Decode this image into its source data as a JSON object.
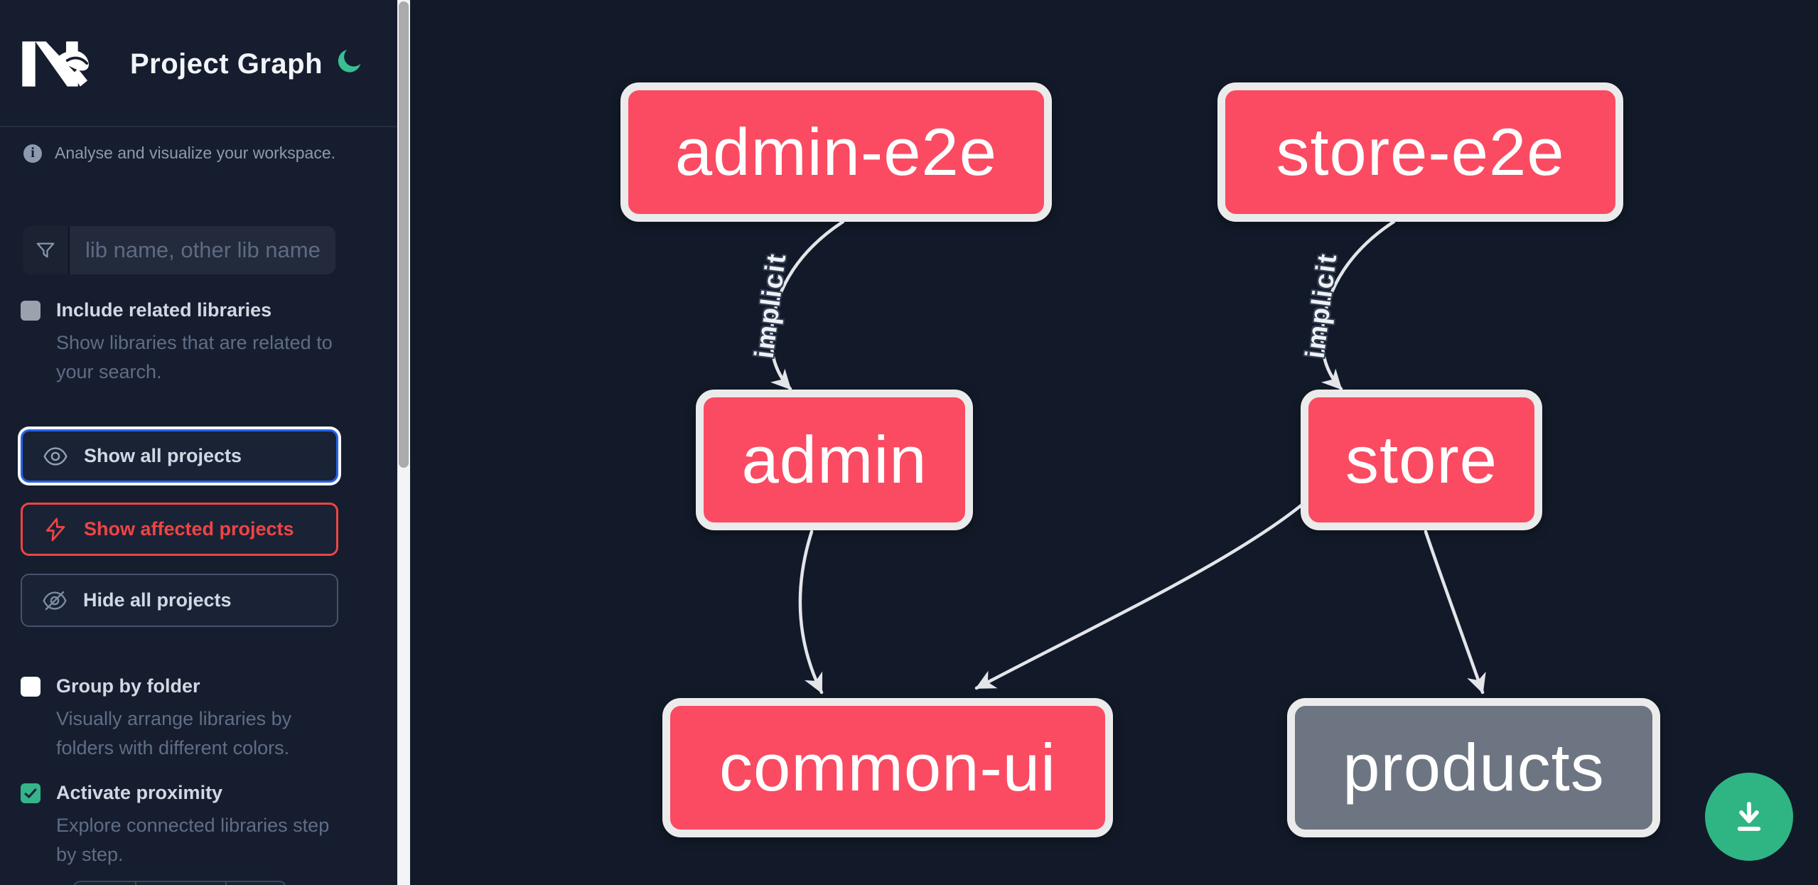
{
  "header": {
    "logo_alt": "Nx",
    "title": "Project Graph",
    "theme_toggle_icon": "moon-icon"
  },
  "sidebar": {
    "tagline": "Analyse and visualize your workspace.",
    "search": {
      "placeholder": "lib name, other lib name",
      "value": ""
    },
    "toggles": [
      {
        "label": "Include related libraries",
        "description": "Show libraries that are related to your search.",
        "checked": false
      },
      {
        "label": "Group by folder",
        "description": "Visually arrange libraries by folders with different colors.",
        "checked": false
      },
      {
        "label": "Activate proximity",
        "description": "Explore connected libraries step by step.",
        "checked": true
      }
    ],
    "actions": [
      {
        "label": "Show all projects",
        "icon": "eye-icon",
        "accent": "#2563eb",
        "focused": true
      },
      {
        "label": "Show affected projects",
        "icon": "bolt-icon",
        "accent": "#ef4444",
        "focused": false
      },
      {
        "label": "Hide all projects",
        "icon": "eye-off-icon",
        "accent": "#47536a",
        "focused": false
      }
    ]
  },
  "graph": {
    "nodes": [
      {
        "label": "admin-e2e",
        "color": "#fb4b63"
      },
      {
        "label": "store-e2e",
        "color": "#fb4b63"
      },
      {
        "label": "admin",
        "color": "#fb4b63"
      },
      {
        "label": "store",
        "color": "#fb4b63"
      },
      {
        "label": "common-ui",
        "color": "#fb4b63"
      },
      {
        "label": "products",
        "color": "#6d7482"
      }
    ],
    "edges": [
      {
        "from": "admin-e2e",
        "to": "admin",
        "label": "implicit"
      },
      {
        "from": "store-e2e",
        "to": "store",
        "label": "implicit"
      },
      {
        "from": "admin",
        "to": "common-ui",
        "label": ""
      },
      {
        "from": "store",
        "to": "common-ui",
        "label": ""
      },
      {
        "from": "store",
        "to": "products",
        "label": ""
      }
    ]
  },
  "fab": {
    "icon": "download-icon",
    "color": "#2fb584"
  },
  "colors": {
    "sidebar_bg": "#161d2e",
    "canvas_bg": "#121a29",
    "edge": "#e3e5e9",
    "node_border": "#ebebeb",
    "accent_blue": "#2563eb",
    "accent_red": "#ef4444",
    "accent_green": "#35b489",
    "muted_text": "#5f6d85",
    "label_text": "#cfd8e3"
  }
}
